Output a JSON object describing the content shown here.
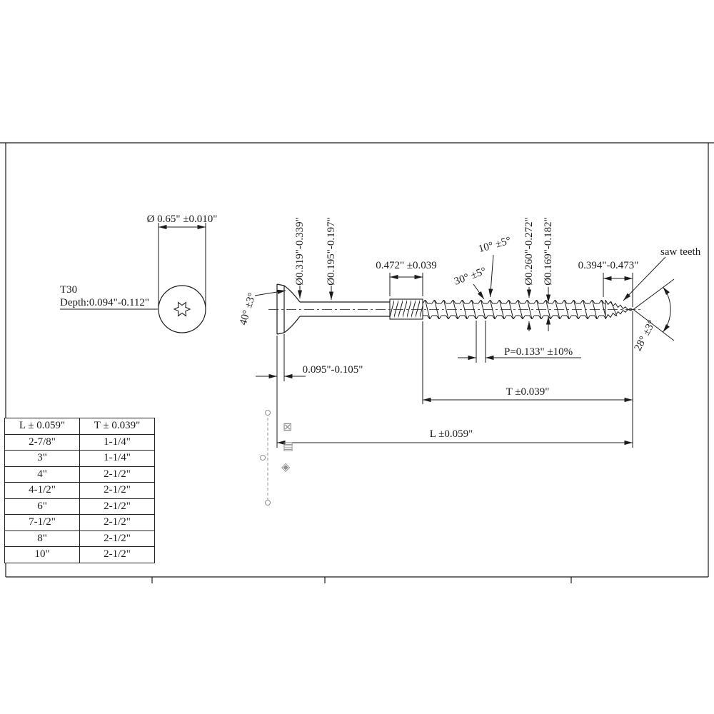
{
  "top_view": {
    "dia_label": "Ø 0.65\" ±0.010\"",
    "drive_label": "T30",
    "depth_label": "Depth:0.094\"-0.112\""
  },
  "side_view": {
    "head_angle": "40° ±3°",
    "shoulder_dia": "Ø0.319\"-0.339\"",
    "shank_dia": "Ø0.195\"-0.197\"",
    "knurl_length": "0.472\" ±0.039",
    "flank_angle_top": "10° ±5°",
    "flank_angle_bottom": "30° ±5°",
    "thread_major_dia": "Ø0.260\"-0.272\"",
    "thread_root_dia": "Ø0.169\"-0.182\"",
    "tip_length": "0.394\"-0.473\"",
    "saw_teeth_label": "saw teeth",
    "tip_angle": "28° ±3°",
    "pitch": "P=0.133\" ±10%",
    "thread_length": "T ±0.039\"",
    "overall_length": "L ±0.059\"",
    "head_height": "0.095\"-0.105\""
  },
  "size_table": {
    "headers": [
      "L ± 0.059\"",
      "T ± 0.039\""
    ],
    "rows": [
      [
        "2-7/8\"",
        "1-1/4\""
      ],
      [
        "3\"",
        "1-1/4\""
      ],
      [
        "4\"",
        "2-1/2\""
      ],
      [
        "4-1/2\"",
        "2-1/2\""
      ],
      [
        "6\"",
        "2-1/2\""
      ],
      [
        "7-1/2\"",
        "2-1/2\""
      ],
      [
        "8\"",
        "2-1/2\""
      ],
      [
        "10\"",
        "2-1/2\""
      ]
    ]
  },
  "stamps": {
    "image_stamp": "⊠",
    "note_stamp": "▤",
    "diamond_stamp": "◈"
  },
  "colors": {
    "line": "#1b1b1b",
    "stamp_gray": "#8f8f8f"
  }
}
